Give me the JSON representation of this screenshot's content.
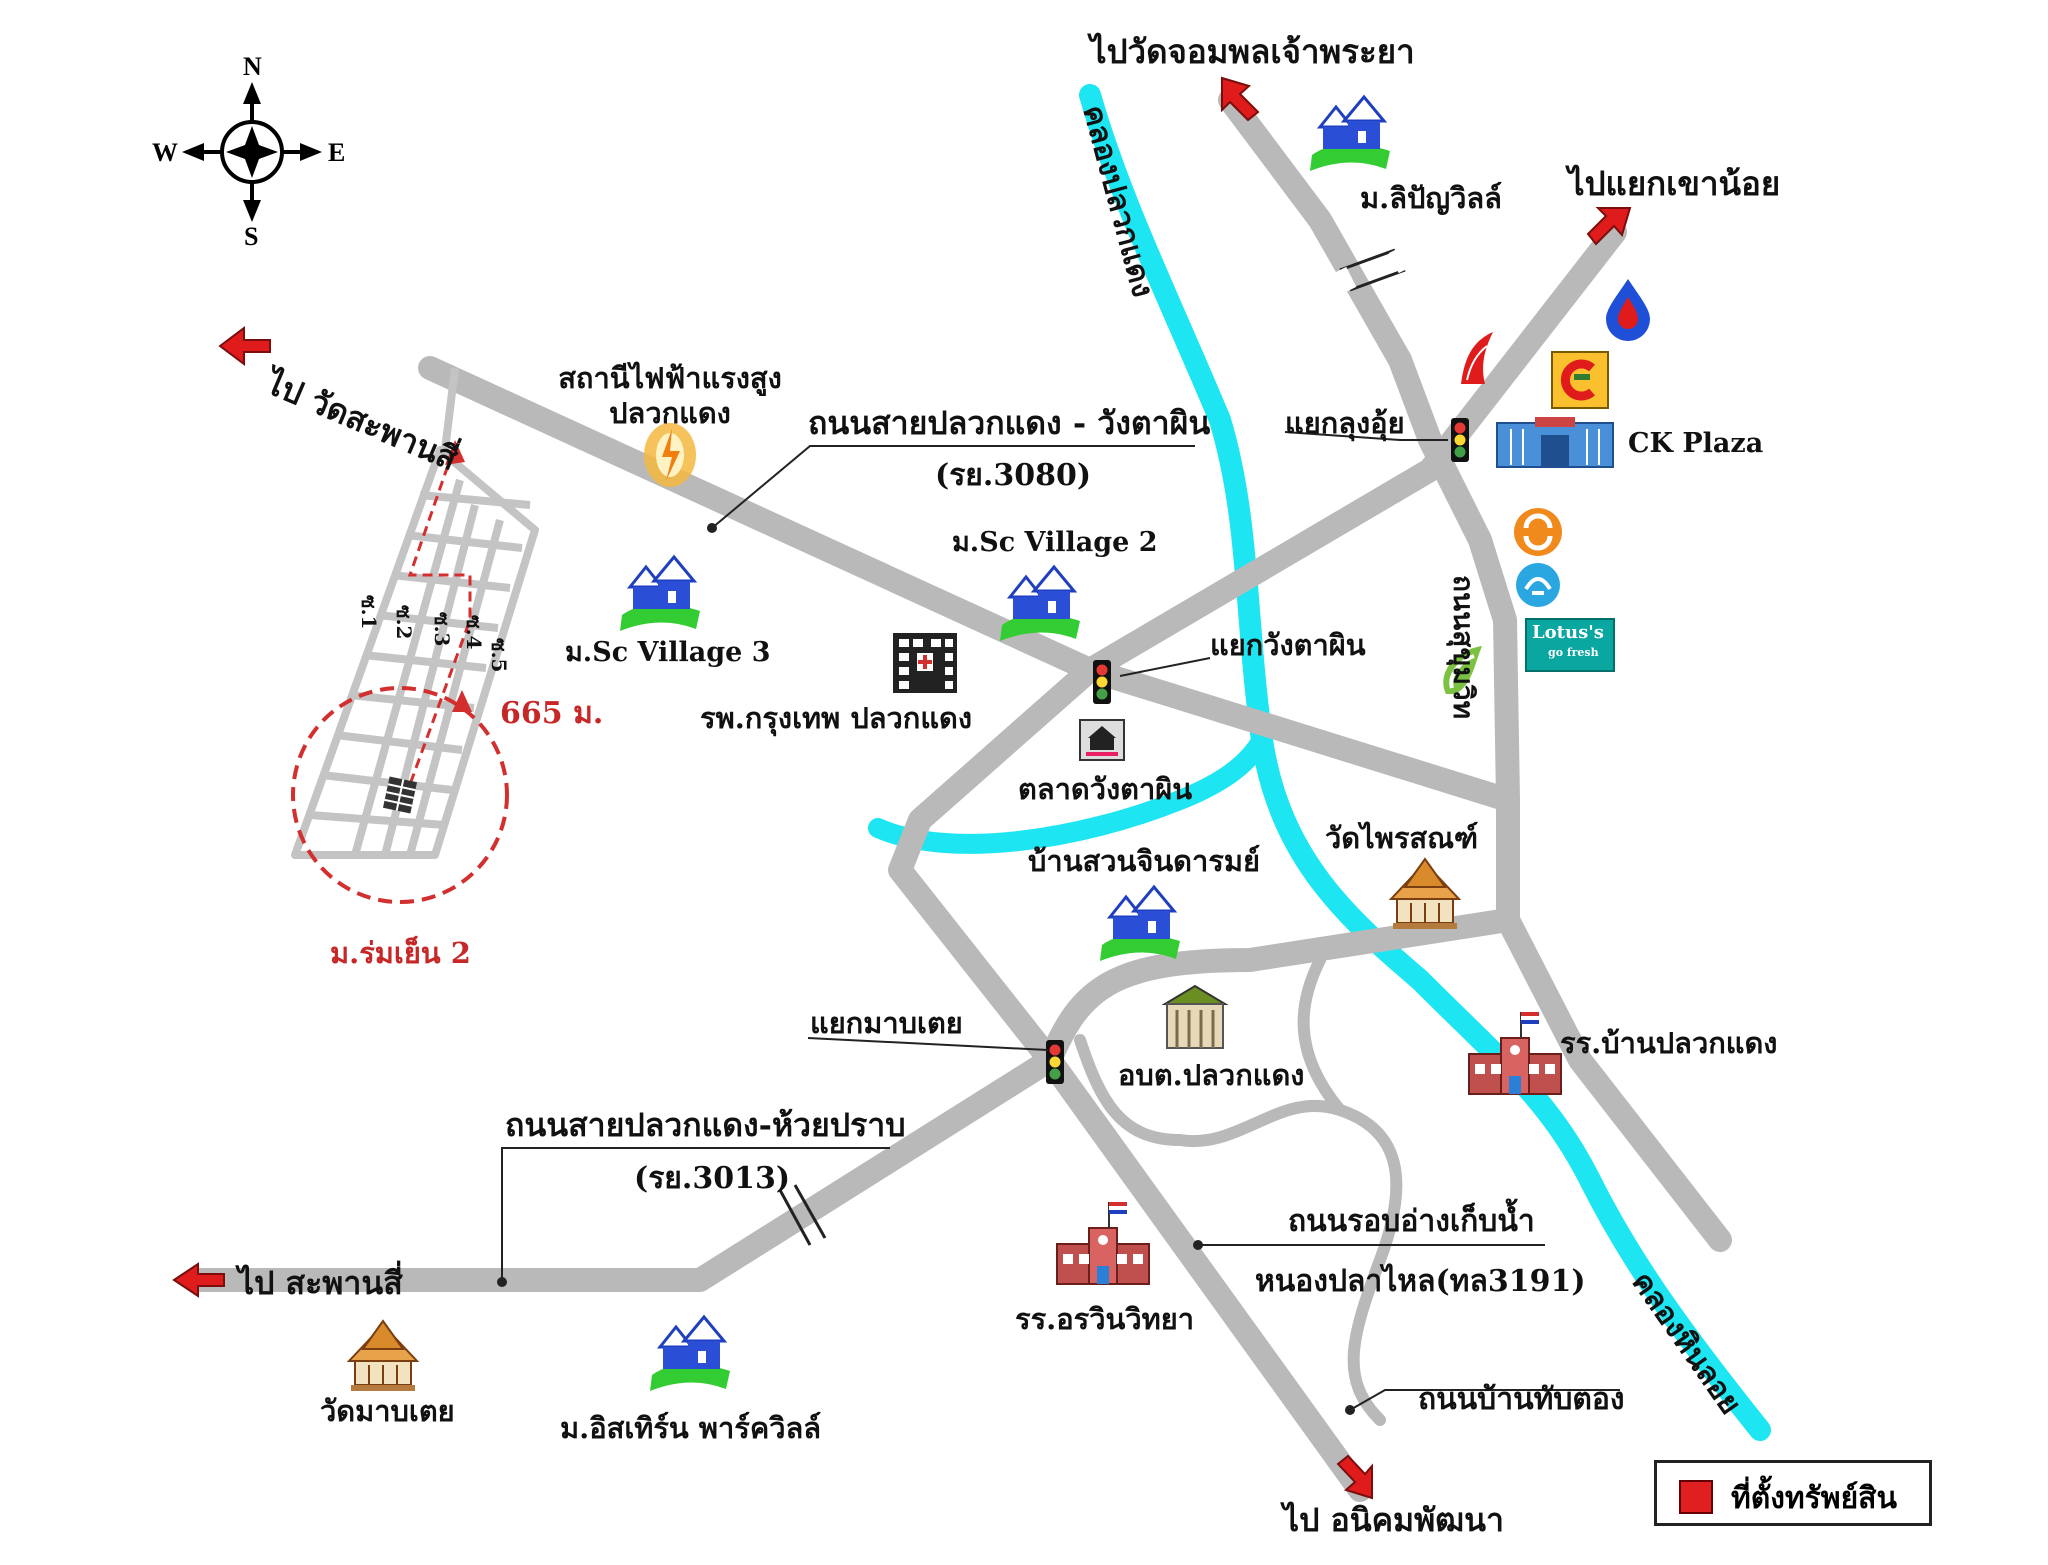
{
  "compass": {
    "n": "N",
    "s": "S",
    "e": "E",
    "w": "W"
  },
  "destinations": {
    "wat_chom_phon": "ไปวัดจอมพลเจ้าพระยา",
    "yaek_khao_noi": "ไปแยกเขาน้อย",
    "wat_saphan_si": "ไป วัดสะพานสี่",
    "saphan_si": "ไป สะพานสี่",
    "nikhom_phatthana": "ไป อนิคมพัฒนา"
  },
  "roads": {
    "wang_ta_phin_name": "ถนนสายปลวกแดง - วังตาผิน",
    "wang_ta_phin_code": "(รย.3080)",
    "huai_prab_name": "ถนนสายปลวกแดง-ห้วยปราบ",
    "huai_prab_code": "(รย.3013)",
    "reservoir_line1": "ถนนรอบอ่างเก็บน้ำ",
    "reservoir_line2": "หนองปลาไหล(ทล3191)",
    "ban_thap_tong": "ถนนบ้านทับตอง",
    "sukhumvit": "ถนนสุขุมวิท"
  },
  "canals": {
    "pluak_daeng": "คลองปลวกแดง",
    "hin_loi": "คลองหินลอย"
  },
  "junctions": {
    "lung_oi": "แยกลุงอุ้ย",
    "wang_ta_phin": "แยกวังตาผิน",
    "map_toei": "แยกมาบเตย"
  },
  "places": {
    "power_station_line1": "สถานีไฟฟ้าแรงสูง",
    "power_station_line2": "ปลวกแดง",
    "sc_village_3": "ม.Sc Village 3",
    "sc_village_2": "ม.Sc Village 2",
    "lipinya_ville": "ม.ลิปัญวิลล์",
    "ck_plaza": "CK Plaza",
    "hospital": "รพ.กรุงเทพ ปลวกแดง",
    "market": "ตลาดวังตาผิน",
    "ban_suan_jindaram": "บ้านสวนจินดารมย์",
    "wat_phrai_sanit": "วัดไพรสณฑ์",
    "obt": "อบต.ปลวกแดง",
    "school_ban_pluak_daeng": "รร.บ้านปลวกแดง",
    "school_arawin": "รร.อรวินวิทยา",
    "wat_map_toei": "วัดมาบเตย",
    "eastern_park_ville": "ม.อิสเทิร์น พาร์ควิลล์",
    "rom_yen_2": "ม.ร่มเย็น 2",
    "lotus": "Lotus's",
    "lotus_sub": "go fresh"
  },
  "soi": {
    "s1": "ซ.1",
    "s2": "ซ.2",
    "s3": "ซ.3",
    "s4": "ซ.4",
    "s5": "ซ.5"
  },
  "distance": "665 ม.",
  "legend": {
    "label": "ที่ตั้งทรัพย์สิน"
  },
  "colors": {
    "road": "#b9b9b9",
    "canal": "#1de6f2",
    "arrow": "#e01b1b",
    "marker": "#d32f2f",
    "house_green": "#33cc33",
    "house_blue": "#2a4fd6"
  }
}
